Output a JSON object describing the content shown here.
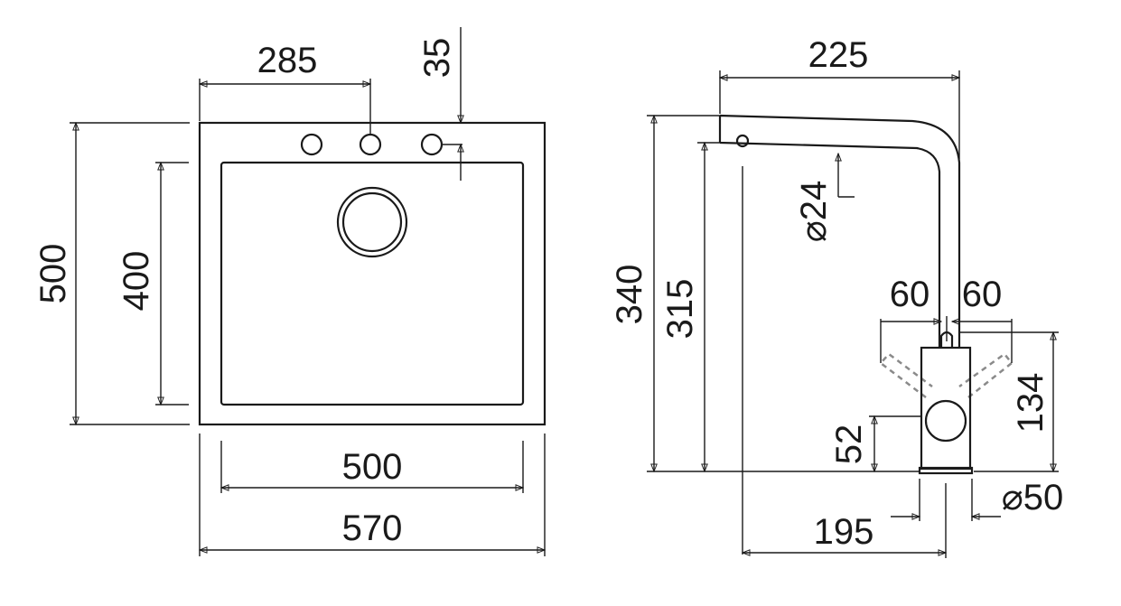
{
  "sink": {
    "hole_offset": "285",
    "hole_setback": "35",
    "outer_depth": "500",
    "bowl_depth": "400",
    "bowl_width": "500",
    "outer_width": "570"
  },
  "faucet": {
    "spout_reach": "225",
    "total_height": "340",
    "spout_height": "315",
    "spout_diameter": "⌀24",
    "lever_left": "60",
    "lever_right": "60",
    "lever_height": "134",
    "base_height": "52",
    "base_diameter": "⌀50",
    "reach_from_center": "195"
  }
}
